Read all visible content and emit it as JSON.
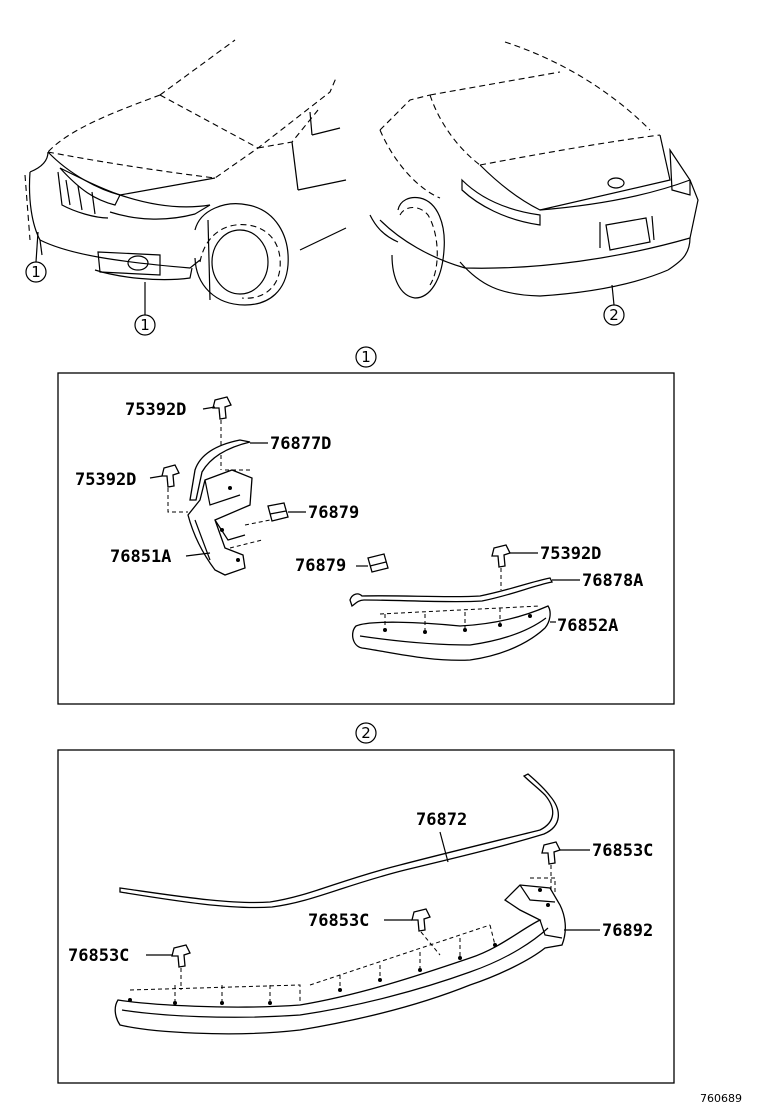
{
  "callouts": {
    "front_ref": "1",
    "rear_ref": "2"
  },
  "panel_1": {
    "title": "1",
    "labels": {
      "clip_top": "75392D",
      "clip_left": "75392D",
      "clip_right": "75392D",
      "molding_side": "76877D",
      "retainer_upper": "76879",
      "retainer_lower": "76879",
      "extension_side": "76851A",
      "molding_front": "76878A",
      "extension_front": "76852A"
    }
  },
  "panel_2": {
    "title": "2",
    "labels": {
      "molding_rear": "76872",
      "clip_right": "76853C",
      "clip_center": "76853C",
      "clip_left": "76853C",
      "extension_rear": "76892"
    }
  },
  "figure_id": "760689"
}
